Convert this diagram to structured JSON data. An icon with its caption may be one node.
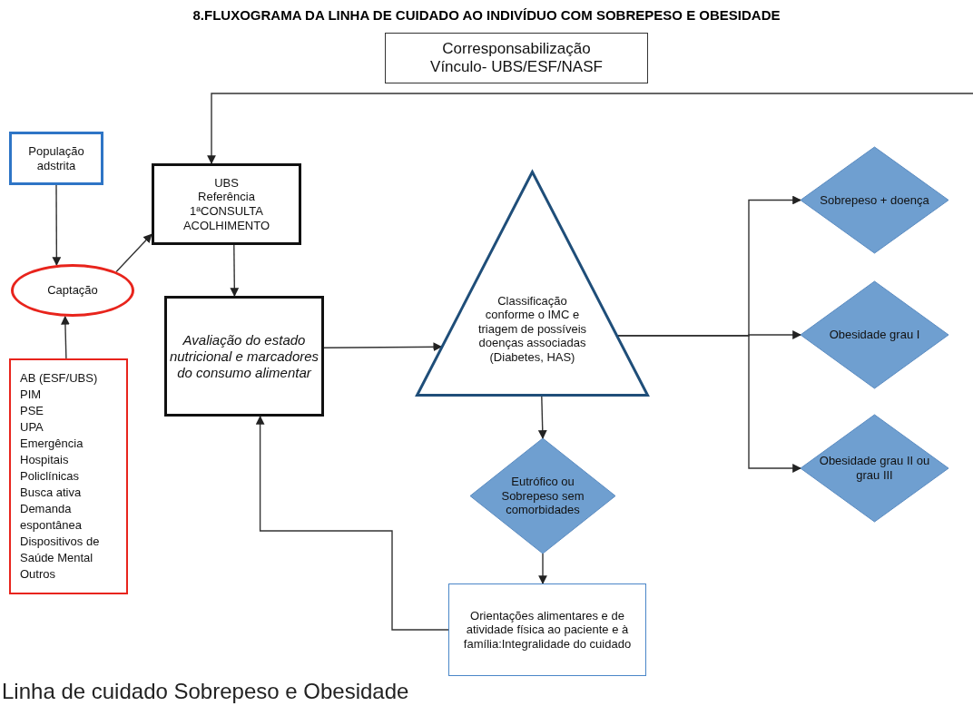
{
  "diagram": {
    "title": "8.FLUXOGRAMA DA LINHA DE CUIDADO AO INDIVÍDUO COM SOBREPESO E OBESIDADE",
    "caption": "Linha de cuidado Sobrepeso e Obesidade",
    "nodes": [
      {
        "text": [
          "Corresponsabilização",
          "Vínculo- UBS/ESF/NASF"
        ]
      },
      {
        "text": [
          "População adstrita"
        ]
      },
      {
        "text": [
          "UBS",
          "Referência",
          "1ªCONSULTA",
          "ACOLHIMENTO"
        ]
      },
      {
        "text": [
          "Captação"
        ]
      },
      {
        "text": [
          "AB (ESF/UBS)",
          "PIM",
          "PSE",
          "UPA",
          "Emergência",
          "Hospitais",
          "Policlínicas",
          "Busca ativa",
          "Demanda espontânea",
          "Dispositivos de Saúde Mental",
          "Outros"
        ]
      },
      {
        "text": [
          "Avaliação do estado nutricional e marcadores do consumo alimentar"
        ]
      },
      {
        "text": [
          "Classificação conforme o IMC e triagem de possíveis doenças associadas (Diabetes, HAS)"
        ]
      },
      {
        "text": [
          "Eutrófico ou Sobrepeso sem comorbidades"
        ]
      },
      {
        "text": [
          "Orientações alimentares e de atividade física ao paciente e à família:Integralidade do cuidado"
        ]
      },
      {
        "text": [
          "Sobrepeso + doença"
        ]
      },
      {
        "text": [
          "Obesidade grau I"
        ]
      },
      {
        "text": [
          "Obesidade grau II ou grau III"
        ]
      }
    ],
    "edges": [
      {
        "from": null,
        "to": 2,
        "arrow": "to"
      },
      {
        "from": 1,
        "to": 3,
        "arrow": "to"
      },
      {
        "from": 3,
        "to": 2,
        "arrow": "to"
      },
      {
        "from": 4,
        "to": 3,
        "arrow": "to"
      },
      {
        "from": 2,
        "to": 5,
        "arrow": "to"
      },
      {
        "from": 5,
        "to": 6,
        "arrow": "to"
      },
      {
        "from": 6,
        "to": 7,
        "arrow": "to"
      },
      {
        "from": 7,
        "to": 8,
        "arrow": "to"
      },
      {
        "from": 8,
        "to": 5,
        "arrow": "to"
      },
      {
        "from": 6,
        "to": 9,
        "arrow": "to"
      },
      {
        "from": 6,
        "to": 10,
        "arrow": "to"
      },
      {
        "from": 6,
        "to": 11,
        "arrow": "to"
      }
    ]
  }
}
